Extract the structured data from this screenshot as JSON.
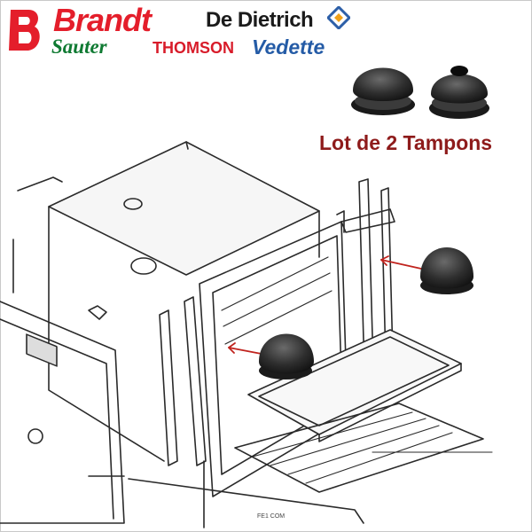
{
  "brands": {
    "brandt": "Brandt",
    "de_dietrich": "De Dietrich",
    "sauter": "Sauter",
    "thomson": "THOMSON",
    "vedette": "Vedette"
  },
  "product": {
    "caption": "Lot de 2 Tampons"
  },
  "drawing": {
    "ref_label": "FE1 COM"
  },
  "colors": {
    "brand_red": "#e41e2b",
    "sauter_green": "#0f7a32",
    "vedette_blue": "#245ba6",
    "caption": "#8e1b1b",
    "arrow": "#c0231e"
  },
  "icons": [
    "brandt-b-logo-icon",
    "de-dietrich-mark-icon",
    "rubber-bumper-icon"
  ]
}
